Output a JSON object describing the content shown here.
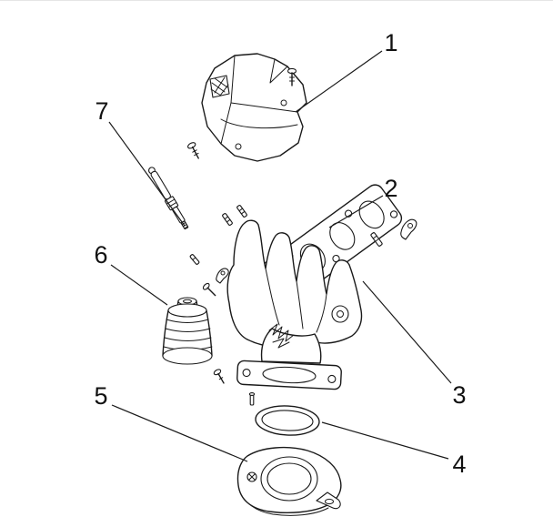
{
  "diagram": {
    "kind": "exploded-parts-diagram",
    "colors": {
      "background": "#ffffff",
      "line": "#1a1a1a"
    },
    "callouts": [
      {
        "label": "1"
      },
      {
        "label": "2"
      },
      {
        "label": "3"
      },
      {
        "label": "4"
      },
      {
        "label": "5"
      },
      {
        "label": "6"
      },
      {
        "label": "7"
      }
    ]
  }
}
